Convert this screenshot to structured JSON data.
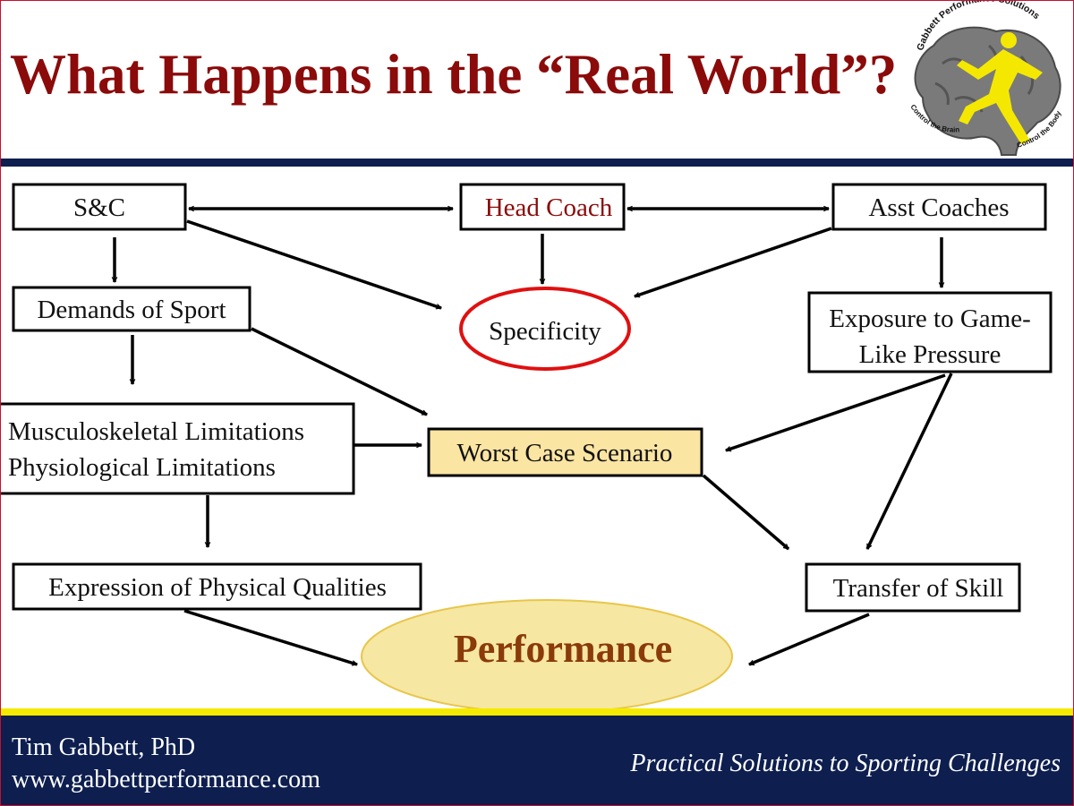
{
  "slide": {
    "title": "What Happens in the “Real World”?"
  },
  "logo": {
    "top_text": "Gabbett Performance Solutions",
    "left_text": "Control the Brain",
    "right_text": "Control the Body",
    "colors": {
      "brain": "#7a7a7a",
      "figure": "#f5e800"
    }
  },
  "diagram": {
    "nodes": {
      "sc": "S&C",
      "head_coach": "Head Coach",
      "asst_coaches": "Asst Coaches",
      "demands": "Demands of Sport",
      "specificity": "Specificity",
      "exposure_line1": "Exposure to Game-",
      "exposure_line2": "Like Pressure",
      "limitations_line1": "Musculoskeletal Limitations",
      "limitations_line2": "Physiological Limitations",
      "worst_case": "Worst Case Scenario",
      "expression": "Expression of Physical Qualities",
      "transfer": "Transfer of Skill",
      "performance": "Performance"
    },
    "colors": {
      "head_coach_text": "#8b0a0a",
      "specificity_outline": "#e01010",
      "worst_case_fill": "#fbe5a3",
      "performance_fill": "#f6e7a2",
      "performance_text": "#8b3a0a"
    }
  },
  "footer": {
    "name": "Tim Gabbett, PhD",
    "url": "www.gabbettperformance.com",
    "tagline": "Practical Solutions to Sporting Challenges"
  },
  "theme": {
    "navy": "#0d1e4f",
    "yellow": "#f4ea00",
    "title_color": "#8b0a0a"
  }
}
